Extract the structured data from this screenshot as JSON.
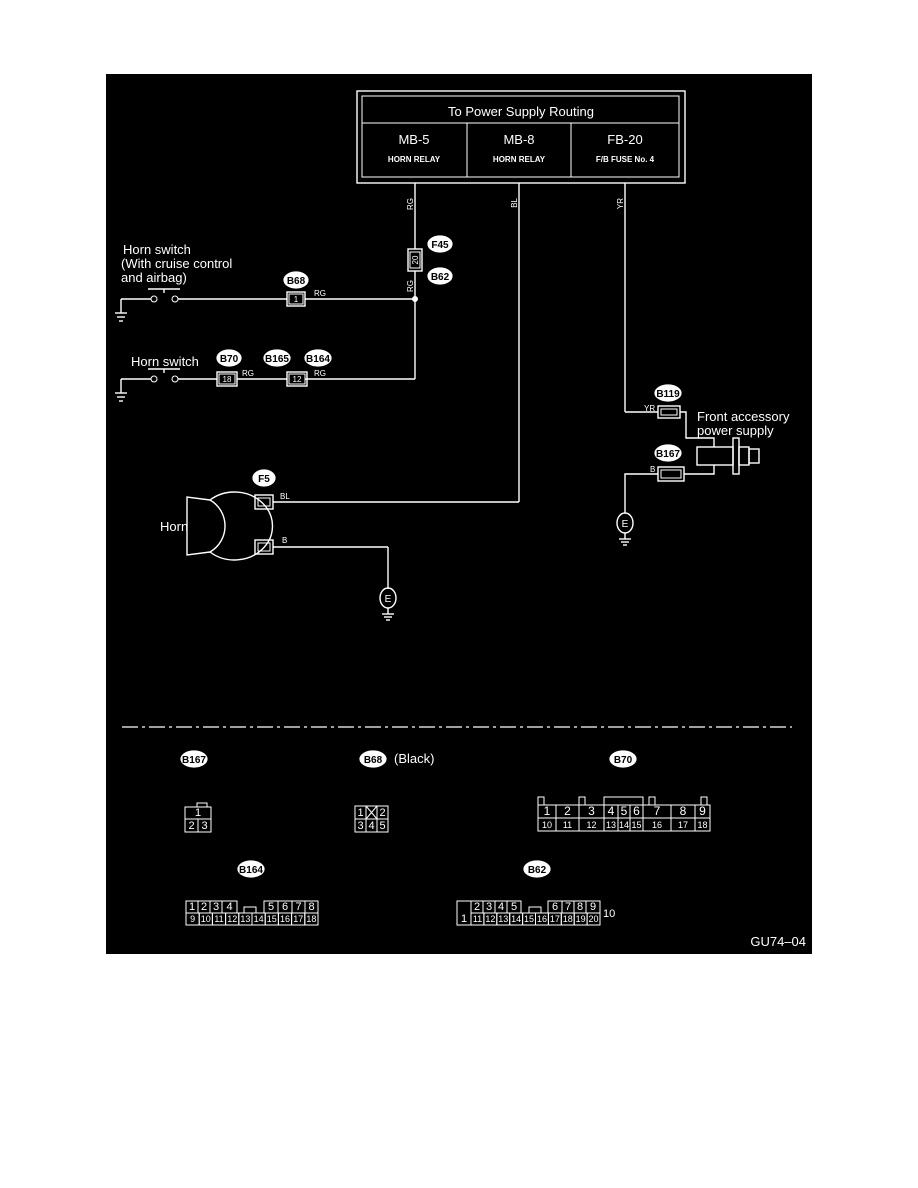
{
  "power_box": {
    "title": "To Power Supply Routing",
    "cols": [
      {
        "id": "MB-5",
        "desc": "HORN RELAY"
      },
      {
        "id": "MB-8",
        "desc": "HORN RELAY"
      },
      {
        "id": "FB-20",
        "desc": "F/B FUSE No. 4"
      }
    ]
  },
  "wires": {
    "rg": "RG",
    "bl": "BL",
    "yr": "YR",
    "b": "B"
  },
  "labels": {
    "horn_switch_cruise_1": "Horn switch",
    "horn_switch_cruise_2": "(With cruise control",
    "horn_switch_cruise_3": " and airbag)",
    "horn_switch": "Horn switch",
    "horn": "Horn",
    "front_acc_1": "Front accessory",
    "front_acc_2": "power supply",
    "ground": "E",
    "figure_code": "GU74–04"
  },
  "connectors": {
    "f45": "F45",
    "b62": "B62",
    "b68": "B68",
    "b70": "B70",
    "b165": "B165",
    "b164": "B164",
    "b119": "B119",
    "b167": "B167",
    "f5": "F5"
  },
  "pins": {
    "f45_b62": "20",
    "b68": "1",
    "b70": "18",
    "b164": "12"
  },
  "views": {
    "b167": {
      "name": "B167",
      "row1": [
        "1"
      ],
      "row2": [
        "2",
        "3"
      ]
    },
    "b68": {
      "name": "B68",
      "suffix": "(Black)",
      "row1": [
        "1",
        "2"
      ],
      "row2": [
        "3",
        "4",
        "5"
      ]
    },
    "b70": {
      "name": "B70",
      "row1": [
        "1",
        "2",
        "3",
        "4",
        "5",
        "6",
        "7",
        "8",
        "9"
      ],
      "row2": [
        "10",
        "11",
        "12",
        "13",
        "14",
        "15",
        "16",
        "17",
        "18"
      ]
    },
    "b164": {
      "name": "B164",
      "row1": [
        "1",
        "2",
        "3",
        "4",
        "5",
        "6",
        "7",
        "8"
      ],
      "row2": [
        "9",
        "10",
        "11",
        "12",
        "13",
        "14",
        "15",
        "16",
        "17",
        "18"
      ]
    },
    "b62": {
      "name": "B62",
      "left": "1",
      "right": "10",
      "row1": [
        "2",
        "3",
        "4",
        "5",
        "6",
        "7",
        "8",
        "9"
      ],
      "row2": [
        "11",
        "12",
        "13",
        "14",
        "15",
        "16",
        "17",
        "18",
        "19",
        "20"
      ]
    }
  }
}
